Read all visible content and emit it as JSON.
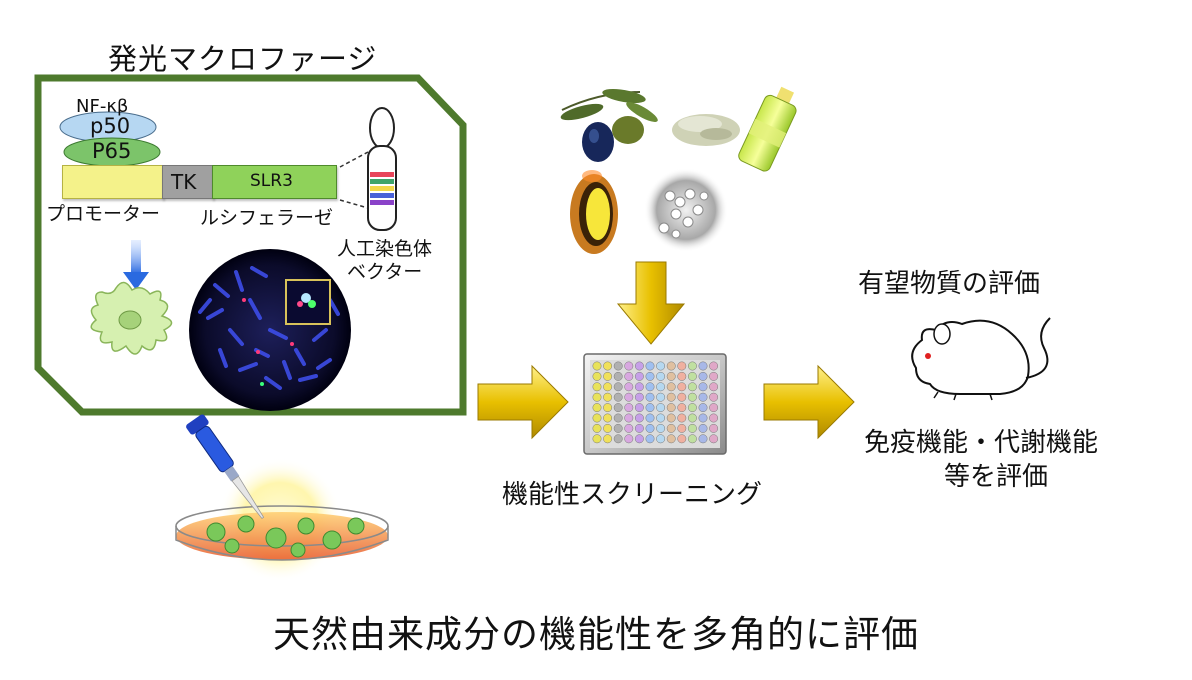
{
  "panel": {
    "title": "発光マクロファージ",
    "nfkb_label": "NF-κβ",
    "p50_label": "p50",
    "p65_label": "P65",
    "tk_label": "TK",
    "slr3_label": "SLR3",
    "promoter_label": "プロモーター",
    "luciferase_label": "ルシフェラーゼ",
    "vector_label_1": "人工染色体",
    "vector_label_2": "ベクター"
  },
  "screening": {
    "label": "機能性スクリーニング"
  },
  "evaluation": {
    "title": "有望物質の評価",
    "line1": "免疫機能・代謝機能",
    "line2": "等を評価"
  },
  "footer": {
    "caption": "天然由来成分の機能性を多角的に評価"
  },
  "colors": {
    "panel_border": "#4e7a2d",
    "arrow_gold": "#e0b400",
    "promoter": "#f4f28a",
    "slr3": "#8fd25a",
    "tk": "#a0a0a0",
    "p50": "#b6d7f2",
    "p65": "#7cc46a"
  }
}
